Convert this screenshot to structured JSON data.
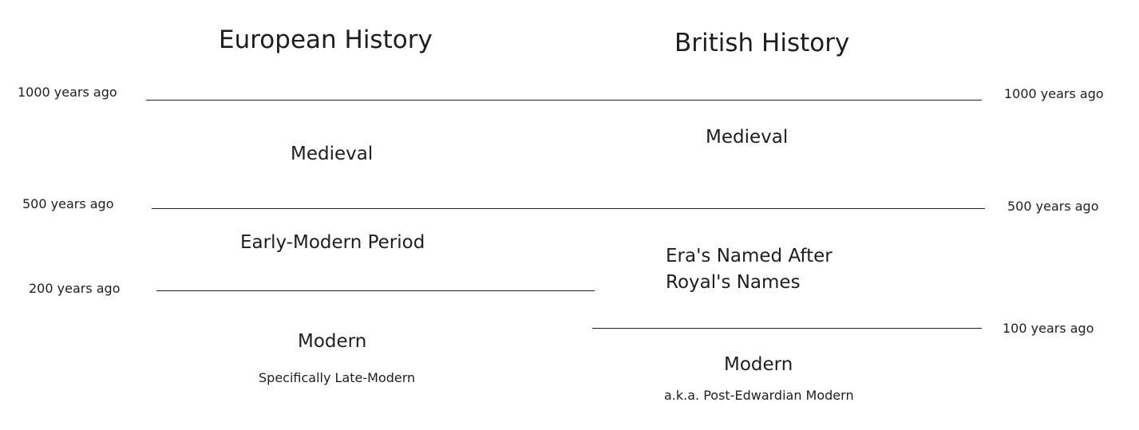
{
  "columns": {
    "european": {
      "title": "European History",
      "eras": {
        "medieval": "Medieval",
        "early_modern": "Early-Modern Period",
        "modern": "Modern",
        "modern_note": "Specifically Late-Modern"
      }
    },
    "british": {
      "title": "British History",
      "eras": {
        "medieval": "Medieval",
        "royal_line1": "Era's Named After",
        "royal_line2": "Royal's Names",
        "modern": "Modern",
        "modern_note": "a.k.a. Post-Edwardian Modern"
      }
    }
  },
  "timeline_labels": {
    "left_1000": "1000 years ago",
    "left_500": "500 years ago",
    "left_200": "200 years ago",
    "right_1000": "1000 years ago",
    "right_500": "500 years ago",
    "right_100": "100 years ago"
  }
}
